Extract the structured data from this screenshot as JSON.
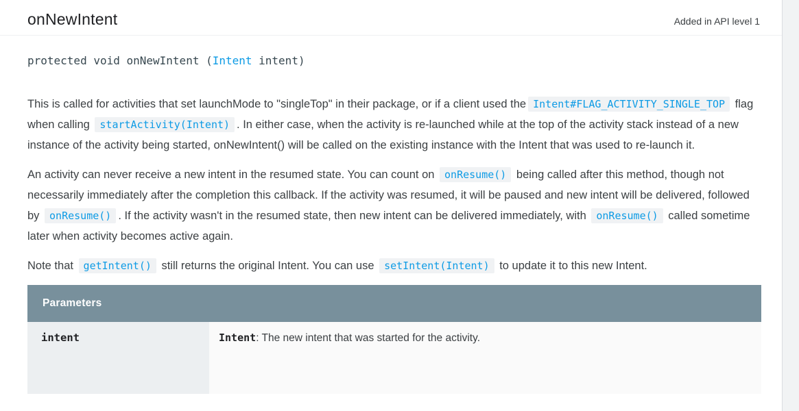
{
  "header": {
    "title": "onNewIntent",
    "api_level": "Added in API level 1"
  },
  "signature": {
    "pre": "protected void onNewIntent (",
    "link": "Intent",
    "post": " intent)"
  },
  "paragraphs": [
    [
      {
        "text": "This is called for activities that set launchMode to \"singleTop\" in their package, or if a client used the"
      },
      {
        "code": "Intent#FLAG_ACTIVITY_SINGLE_TOP"
      },
      {
        "text": " flag when calling "
      },
      {
        "code": "startActivity(Intent)"
      },
      {
        "text": ". In either case, when the activity is re-launched while at the top of the activity stack instead of a new instance of the activity being started, onNewIntent() will be called on the existing instance with the Intent that was used to re-launch it."
      }
    ],
    [
      {
        "text": "An activity can never receive a new intent in the resumed state. You can count on "
      },
      {
        "code": "onResume()"
      },
      {
        "text": " being called after this method, though not necessarily immediately after the completion this callback. If the activity was resumed, it will be paused and new intent will be delivered, followed by "
      },
      {
        "code": "onResume()"
      },
      {
        "text": ". If the activity wasn't in the resumed state, then new intent can be delivered immediately, with "
      },
      {
        "code": "onResume()"
      },
      {
        "text": " called sometime later when activity becomes active again."
      }
    ],
    [
      {
        "text": "Note that "
      },
      {
        "code": "getIntent()"
      },
      {
        "text": " still returns the original Intent. You can use "
      },
      {
        "code": "setIntent(Intent)"
      },
      {
        "text": " to update it to this new Intent."
      }
    ]
  ],
  "parameters_table": {
    "header": "Parameters",
    "rows": [
      {
        "name": "intent",
        "type": "Intent",
        "description": ": The new intent that was started for the activity."
      }
    ]
  },
  "colors": {
    "code_link_blue": "#0d9be5",
    "inline_code_bg": "#f0f2f4",
    "table_header_bg": "#78909c",
    "param_name_cell_bg": "#eceff1",
    "param_desc_cell_bg": "#fafafa",
    "body_text": "#3c4043"
  }
}
